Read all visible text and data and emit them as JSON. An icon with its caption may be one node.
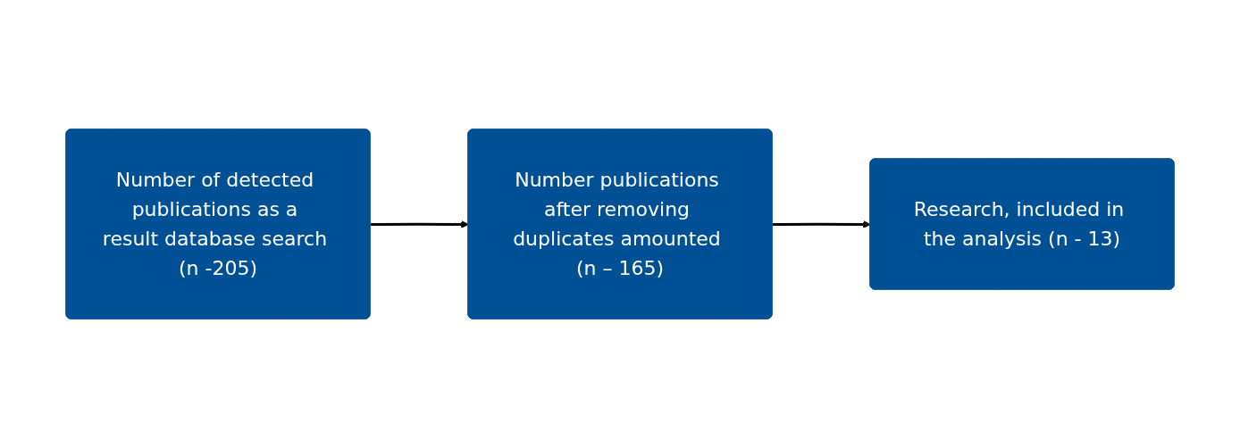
{
  "diagram": {
    "nodes": [
      {
        "text": [
          "Number of detected publications as a result database search (n -205)"
        ]
      },
      {
        "text": [
          "Number publications after removing duplicates amounted (n – 165)"
        ]
      },
      {
        "text": [
          "Research, included in the analysis (n - 13)"
        ]
      }
    ],
    "edges": [
      {
        "from": 0,
        "to": 1,
        "arrow": "to"
      },
      {
        "from": 1,
        "to": 2,
        "arrow": "to"
      }
    ]
  }
}
